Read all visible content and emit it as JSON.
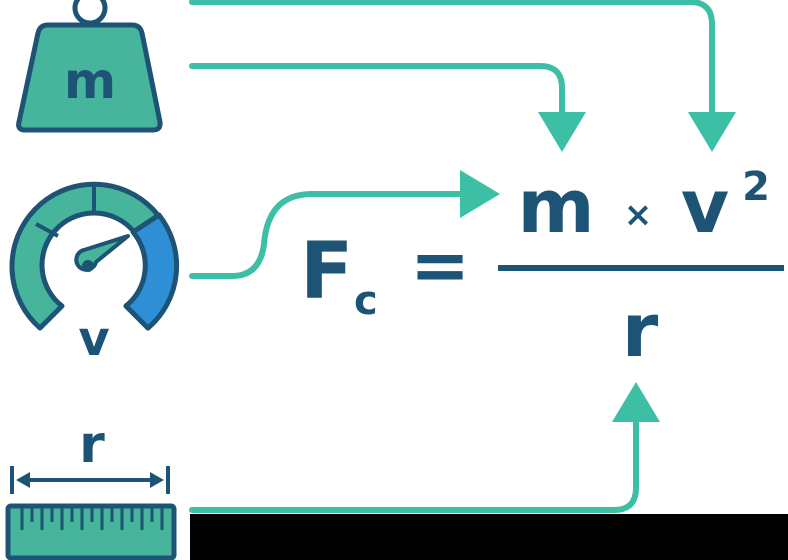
{
  "weight": {
    "label": "m",
    "icon": "weight-icon"
  },
  "gauge": {
    "label": "v",
    "icon": "speedometer-icon"
  },
  "ruler": {
    "label": "r",
    "icon": "ruler-icon"
  },
  "formula": {
    "lhs_symbol": "F",
    "lhs_subscript": "c",
    "equals": "=",
    "numerator_mass": "m",
    "times": "×",
    "numerator_velocity": "v",
    "exponent": "2",
    "denominator": "r"
  },
  "colors": {
    "teal": "#3dbfa5",
    "navy": "#1d5375",
    "icon_fill": "#47b59c",
    "gauge_blue": "#2f8fd6",
    "black_bar": "#000000"
  }
}
